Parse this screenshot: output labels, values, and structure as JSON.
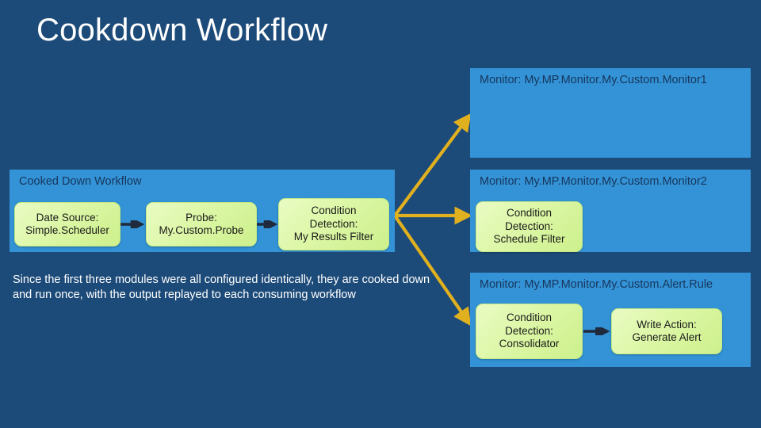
{
  "slide": {
    "title": "Cookdown Workflow",
    "background_color": "#1d4b79",
    "panel_color": "#3393d6",
    "module_color": "#ddf7a8",
    "arrow_color": "#e0b01f",
    "dark_arrow_color": "#1f2a3c"
  },
  "cooked_down_panel": {
    "label": "Cooked Down Workflow",
    "modules": [
      {
        "name": "data-source",
        "text": "Date Source:\nSimple.Scheduler"
      },
      {
        "name": "probe",
        "text": "Probe:\nMy.Custom.Probe"
      },
      {
        "name": "condition-detection-results-filter",
        "text": "Condition\nDetection:\nMy Results Filter"
      }
    ]
  },
  "caption": {
    "text": "Since the first three modules were all configured identically, they are cooked down and run once, with the output replayed to each consuming workflow"
  },
  "consumers": [
    {
      "name": "monitor1",
      "label": "Monitor: My.MP.Monitor.My.Custom.Monitor1",
      "modules": []
    },
    {
      "name": "monitor2",
      "label": "Monitor: My.MP.Monitor.My.Custom.Monitor2",
      "modules": [
        {
          "name": "condition-detection-schedule-filter",
          "text": "Condition\nDetection:\nSchedule Filter"
        }
      ]
    },
    {
      "name": "alert-rule",
      "label": "Monitor: My.MP.Monitor.My.Custom.Alert.Rule",
      "modules": [
        {
          "name": "condition-detection-consolidator",
          "text": "Condition\nDetection:\nConsolidator"
        },
        {
          "name": "write-action-generate-alert",
          "text": "Write Action:\nGenerate Alert"
        }
      ]
    }
  ],
  "connectors": {
    "data_source_to_probe": "arrow-right",
    "probe_to_condition_detection": "arrow-right",
    "consolidator_to_write_action": "arrow-right",
    "fanout_to_monitor1": "arrow-up-right",
    "fanout_to_monitor2": "arrow-right",
    "fanout_to_alert_rule": "arrow-down-right"
  }
}
